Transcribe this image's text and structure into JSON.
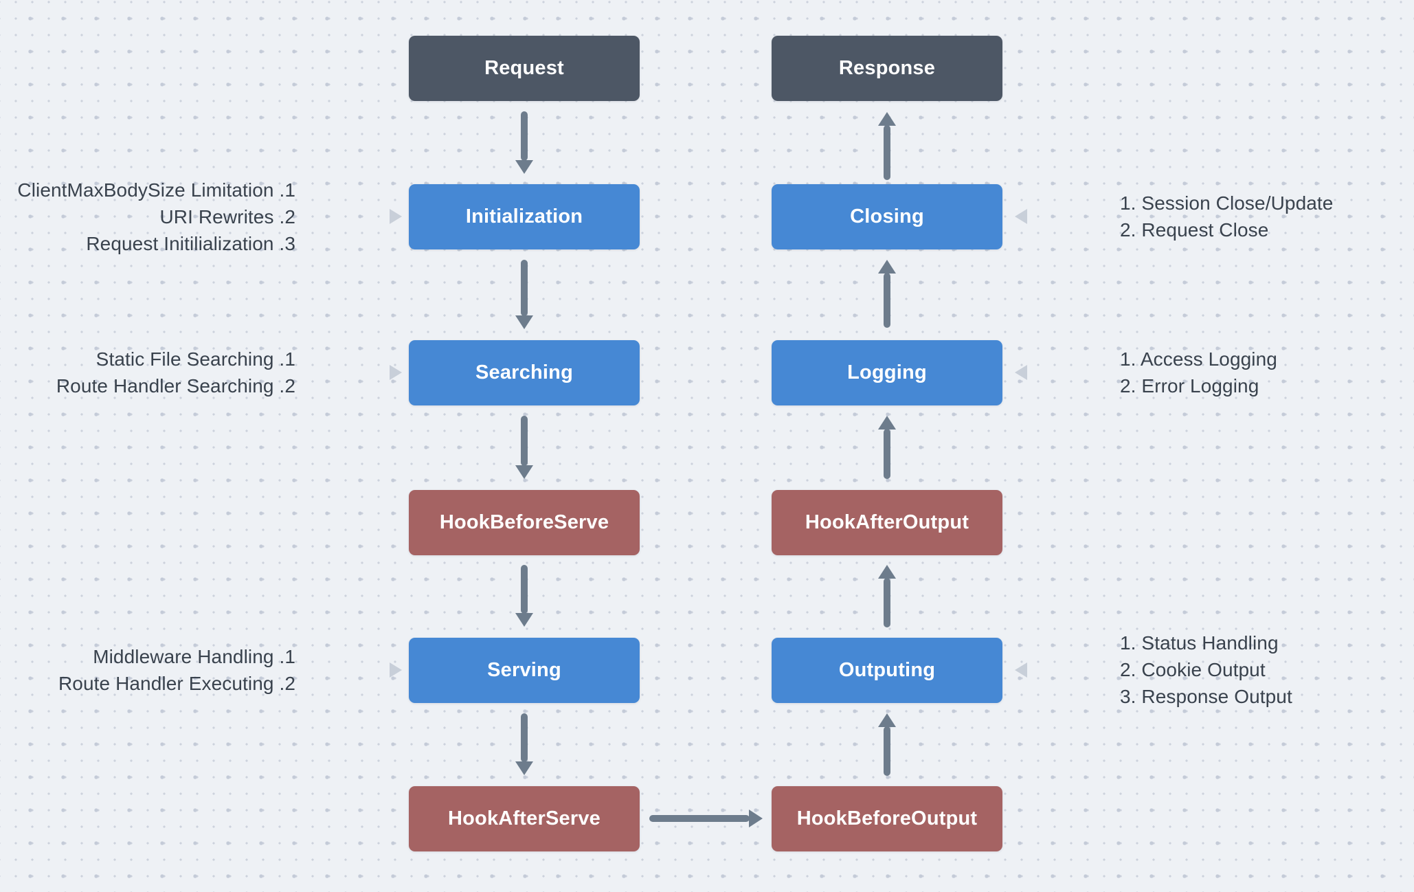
{
  "diagram_title": "Request handling lifecycle flowchart",
  "nodes": {
    "request": "Request",
    "initialization": "Initialization",
    "searching": "Searching",
    "hook_before_serve": "HookBeforeServe",
    "serving": "Serving",
    "hook_after_serve": "HookAfterServe",
    "hook_before_output": "HookBeforeOutput",
    "outputing": "Outputing",
    "hook_after_output": "HookAfterOutput",
    "logging": "Logging",
    "closing": "Closing",
    "response": "Response"
  },
  "annotations": {
    "initialization": [
      "ClientMaxBodySize Limitation .1",
      "URI Rewrites .2",
      "Request Initilialization .3"
    ],
    "searching": [
      "Static File Searching .1",
      "Route Handler Searching .2"
    ],
    "serving": [
      "Middleware Handling .1",
      "Route Handler Executing .2"
    ],
    "closing": [
      "1. Session Close/Update",
      "2. Request Close"
    ],
    "logging": [
      "1. Access Logging",
      "2. Error Logging"
    ],
    "outputing": [
      "1. Status Handling",
      "2. Cookie Output",
      "3. Response Output"
    ]
  },
  "colors": {
    "background": "#eef1f5",
    "dot_small": "#ccd2dc",
    "dot_large": "#c4cbd8",
    "terminal_node": "#4d5765",
    "stage_node": "#4688d4",
    "hook_node": "#a56363",
    "flow_arrow": "#6d7c8c",
    "annotation_arrow": "#c8cfd9",
    "annotation_text": "#39424d",
    "node_text": "#ffffff"
  }
}
